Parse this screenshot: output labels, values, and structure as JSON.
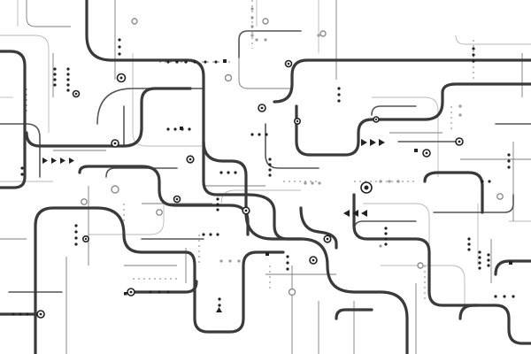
{
  "artwork": {
    "kind": "abstract circuit / metro-line pattern",
    "background_color": "#ffffff",
    "colors": {
      "thick_line": "#3a3a3a",
      "medium_line": "#555555",
      "thin_line": "#7c7c7c",
      "faint_line": "#b9b9b9",
      "marker_dark": "#222222",
      "marker_gray": "#9a9a9a"
    },
    "marker_types": [
      "dot",
      "ring",
      "arrow",
      "square"
    ]
  }
}
